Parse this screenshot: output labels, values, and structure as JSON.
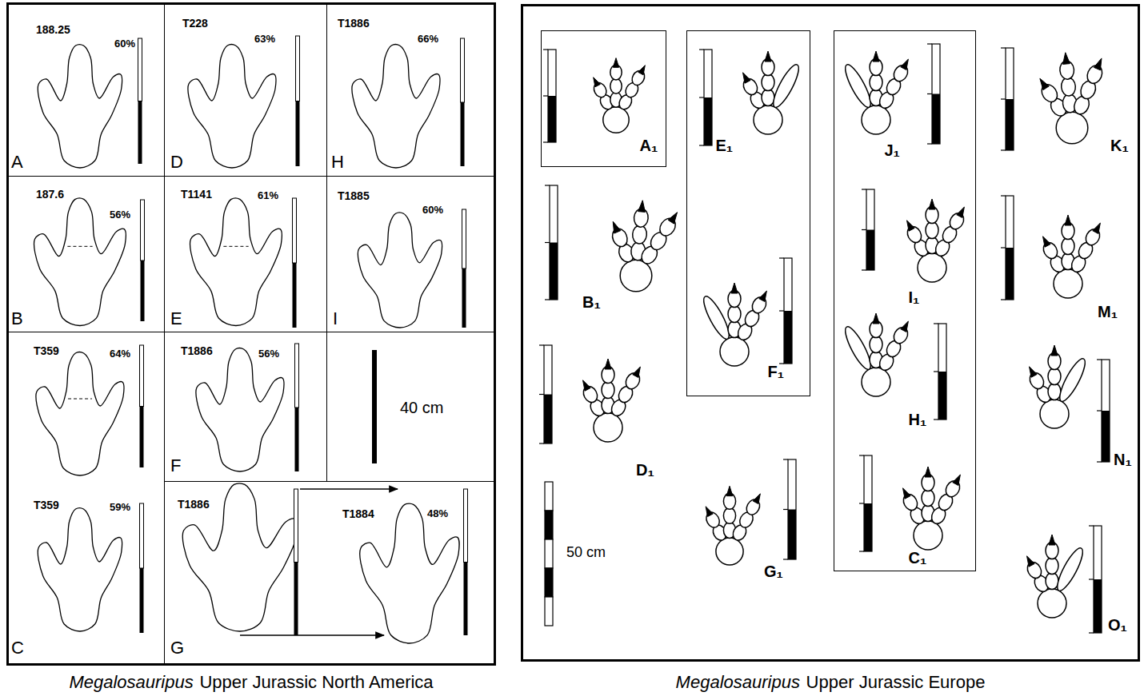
{
  "diagram": {
    "nodes": [
      {
        "text": [
          "Megalosauripus",
          "Upper Jurassic North America"
        ]
      },
      {
        "text": [
          "188.25",
          "60%",
          "A"
        ],
        "in": 0
      },
      {
        "text": [
          "T228",
          "63%",
          "D"
        ],
        "in": 0
      },
      {
        "text": [
          "T1886",
          "66%",
          "H"
        ],
        "in": 0
      },
      {
        "text": [
          "187.6",
          "56%",
          "B"
        ],
        "in": 0
      },
      {
        "text": [
          "T1141",
          "61%",
          "E"
        ],
        "in": 0
      },
      {
        "text": [
          "T1885",
          "60%",
          "I"
        ],
        "in": 0
      },
      {
        "text": [
          "T359",
          "64%",
          "T359",
          "59%",
          "C"
        ],
        "in": 0
      },
      {
        "text": [
          "T1886",
          "56%",
          "F"
        ],
        "in": 0
      },
      {
        "text": [
          "40 cm"
        ],
        "in": 0
      },
      {
        "text": [
          "T1886",
          "T1884",
          "48%",
          "G"
        ],
        "in": 0
      },
      {
        "text": [
          "Megalosauripus",
          "Upper Jurassic Europe"
        ]
      },
      {
        "text": [
          "A₁"
        ],
        "in": 11
      },
      {
        "text": [
          "E₁",
          "F₁"
        ],
        "in": 11
      },
      {
        "text": [
          "J₁",
          "I₁",
          "H₁",
          "C₁"
        ],
        "in": 11
      }
    ],
    "labels": [
      "K₁",
      "B₁",
      "M₁",
      "D₁",
      "N₁",
      "G₁",
      "O₁",
      "50 cm"
    ]
  }
}
